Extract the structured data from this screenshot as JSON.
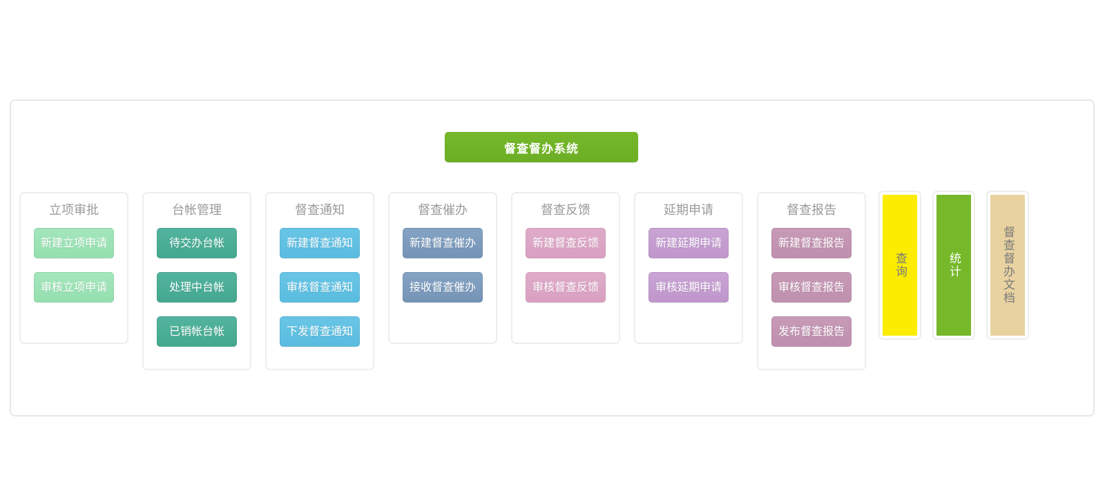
{
  "system": {
    "title": "督查督办系统",
    "title_bg": "#76b82a"
  },
  "cards": [
    {
      "title": "立项审批",
      "palette": "mint",
      "buttons": [
        "新建立项申请",
        "审核立项申请"
      ]
    },
    {
      "title": "台帐管理",
      "palette": "teal",
      "buttons": [
        "待交办台帐",
        "处理中台帐",
        "已销帐台帐"
      ]
    },
    {
      "title": "督查通知",
      "palette": "sky",
      "buttons": [
        "新建督查通知",
        "审核督查通知",
        "下发督查通知"
      ]
    },
    {
      "title": "督查催办",
      "palette": "slate",
      "buttons": [
        "新建督查催办",
        "接收督查催办"
      ]
    },
    {
      "title": "督查反馈",
      "palette": "pink",
      "buttons": [
        "新建督查反馈",
        "审核督查反馈"
      ]
    },
    {
      "title": "延期申请",
      "palette": "orchid",
      "buttons": [
        "新建延期申请",
        "审核延期申请"
      ]
    },
    {
      "title": "督查报告",
      "palette": "mauve",
      "buttons": [
        "新建督查报告",
        "审核督查报告",
        "发布督查报告"
      ]
    }
  ],
  "vertical_tabs": [
    {
      "label": "查询",
      "color": "#fbec01",
      "text_color": "#7a7a7a"
    },
    {
      "label": "统计",
      "color": "#76b82a",
      "text_color": "#ffffff"
    },
    {
      "label": "督查督办文档",
      "color": "#e8d2a0",
      "text_color": "#7a7a7a"
    }
  ]
}
